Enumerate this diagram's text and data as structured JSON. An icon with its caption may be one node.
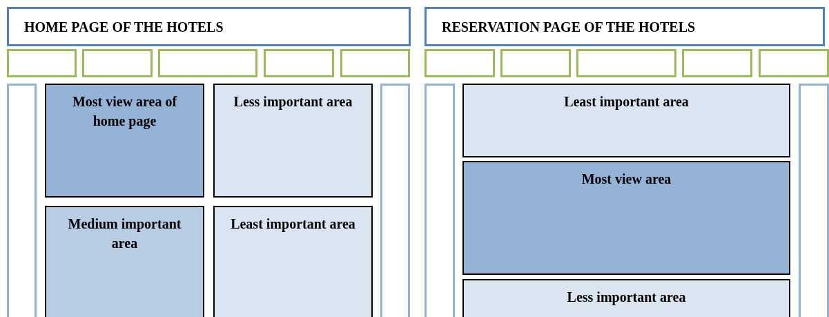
{
  "diagram": {
    "nodes": [
      {
        "text": [
          "HOME PAGE OF THE HOTELS"
        ]
      },
      {
        "text": [
          "RESERVATION PAGE OF THE HOTELS"
        ]
      },
      {
        "text": [],
        "shape": "box"
      },
      {
        "text": [],
        "shape": "box"
      },
      {
        "text": [],
        "shape": "box"
      },
      {
        "text": [],
        "shape": "box"
      },
      {
        "text": [],
        "shape": "box"
      },
      {
        "text": [],
        "shape": "box"
      },
      {
        "text": [],
        "shape": "box"
      },
      {
        "text": [],
        "shape": "box"
      },
      {
        "text": [],
        "shape": "box"
      },
      {
        "text": [],
        "shape": "box"
      },
      {
        "text": [],
        "shape": "bar"
      },
      {
        "text": [
          "Most view area of home page"
        ]
      },
      {
        "text": [
          "Less important area"
        ]
      },
      {
        "text": [],
        "shape": "bar"
      },
      {
        "text": [],
        "shape": "bar"
      },
      {
        "text": [
          "Least important area"
        ]
      },
      {
        "text": [],
        "shape": "bar"
      },
      {
        "text": [
          "Medium important area"
        ]
      },
      {
        "text": [
          "Least important area"
        ]
      },
      {
        "text": [
          "Most view area"
        ]
      },
      {
        "text": [
          "Less important area"
        ]
      }
    ]
  }
}
